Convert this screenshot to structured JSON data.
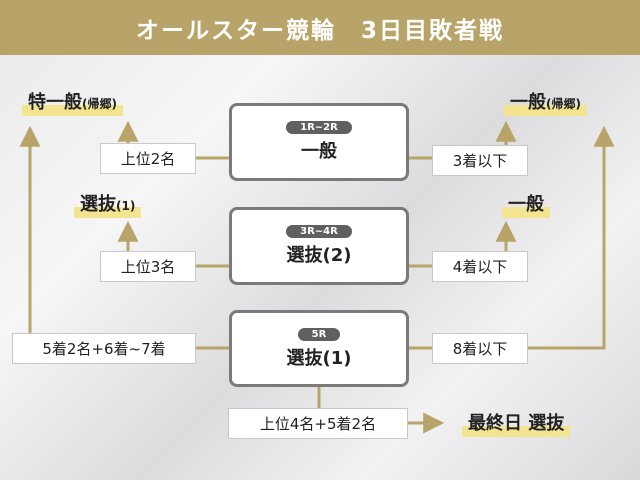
{
  "title": "オールスター競輪　3日目敗者戦",
  "races": [
    {
      "badge": "1R~2R",
      "name": "一般"
    },
    {
      "badge": "3R~4R",
      "name": "選抜(2)"
    },
    {
      "badge": "5R",
      "name": "選抜(1)"
    }
  ],
  "conditions": {
    "r12_left": "上位2名",
    "r12_right": "3着以下",
    "r34_left": "上位3名",
    "r34_right": "4着以下",
    "r5_left": "5着2名+6着~7着",
    "r5_right": "8着以下",
    "r5_bottom": "上位4名+5着2名"
  },
  "destinations": {
    "special_general": {
      "main": "特一般",
      "sub": "(帰郷)"
    },
    "senbatsu1": {
      "main": "選抜",
      "sub": "(1)"
    },
    "general_home": {
      "main": "一般",
      "sub": "(帰郷)"
    },
    "general": {
      "main": "一般",
      "sub": ""
    },
    "final_day": "最終日 選抜"
  },
  "colors": {
    "header": "#b8a468",
    "arrow": "#b8a468",
    "highlight": "#f3e58f",
    "race_border": "#7a7a7a"
  }
}
